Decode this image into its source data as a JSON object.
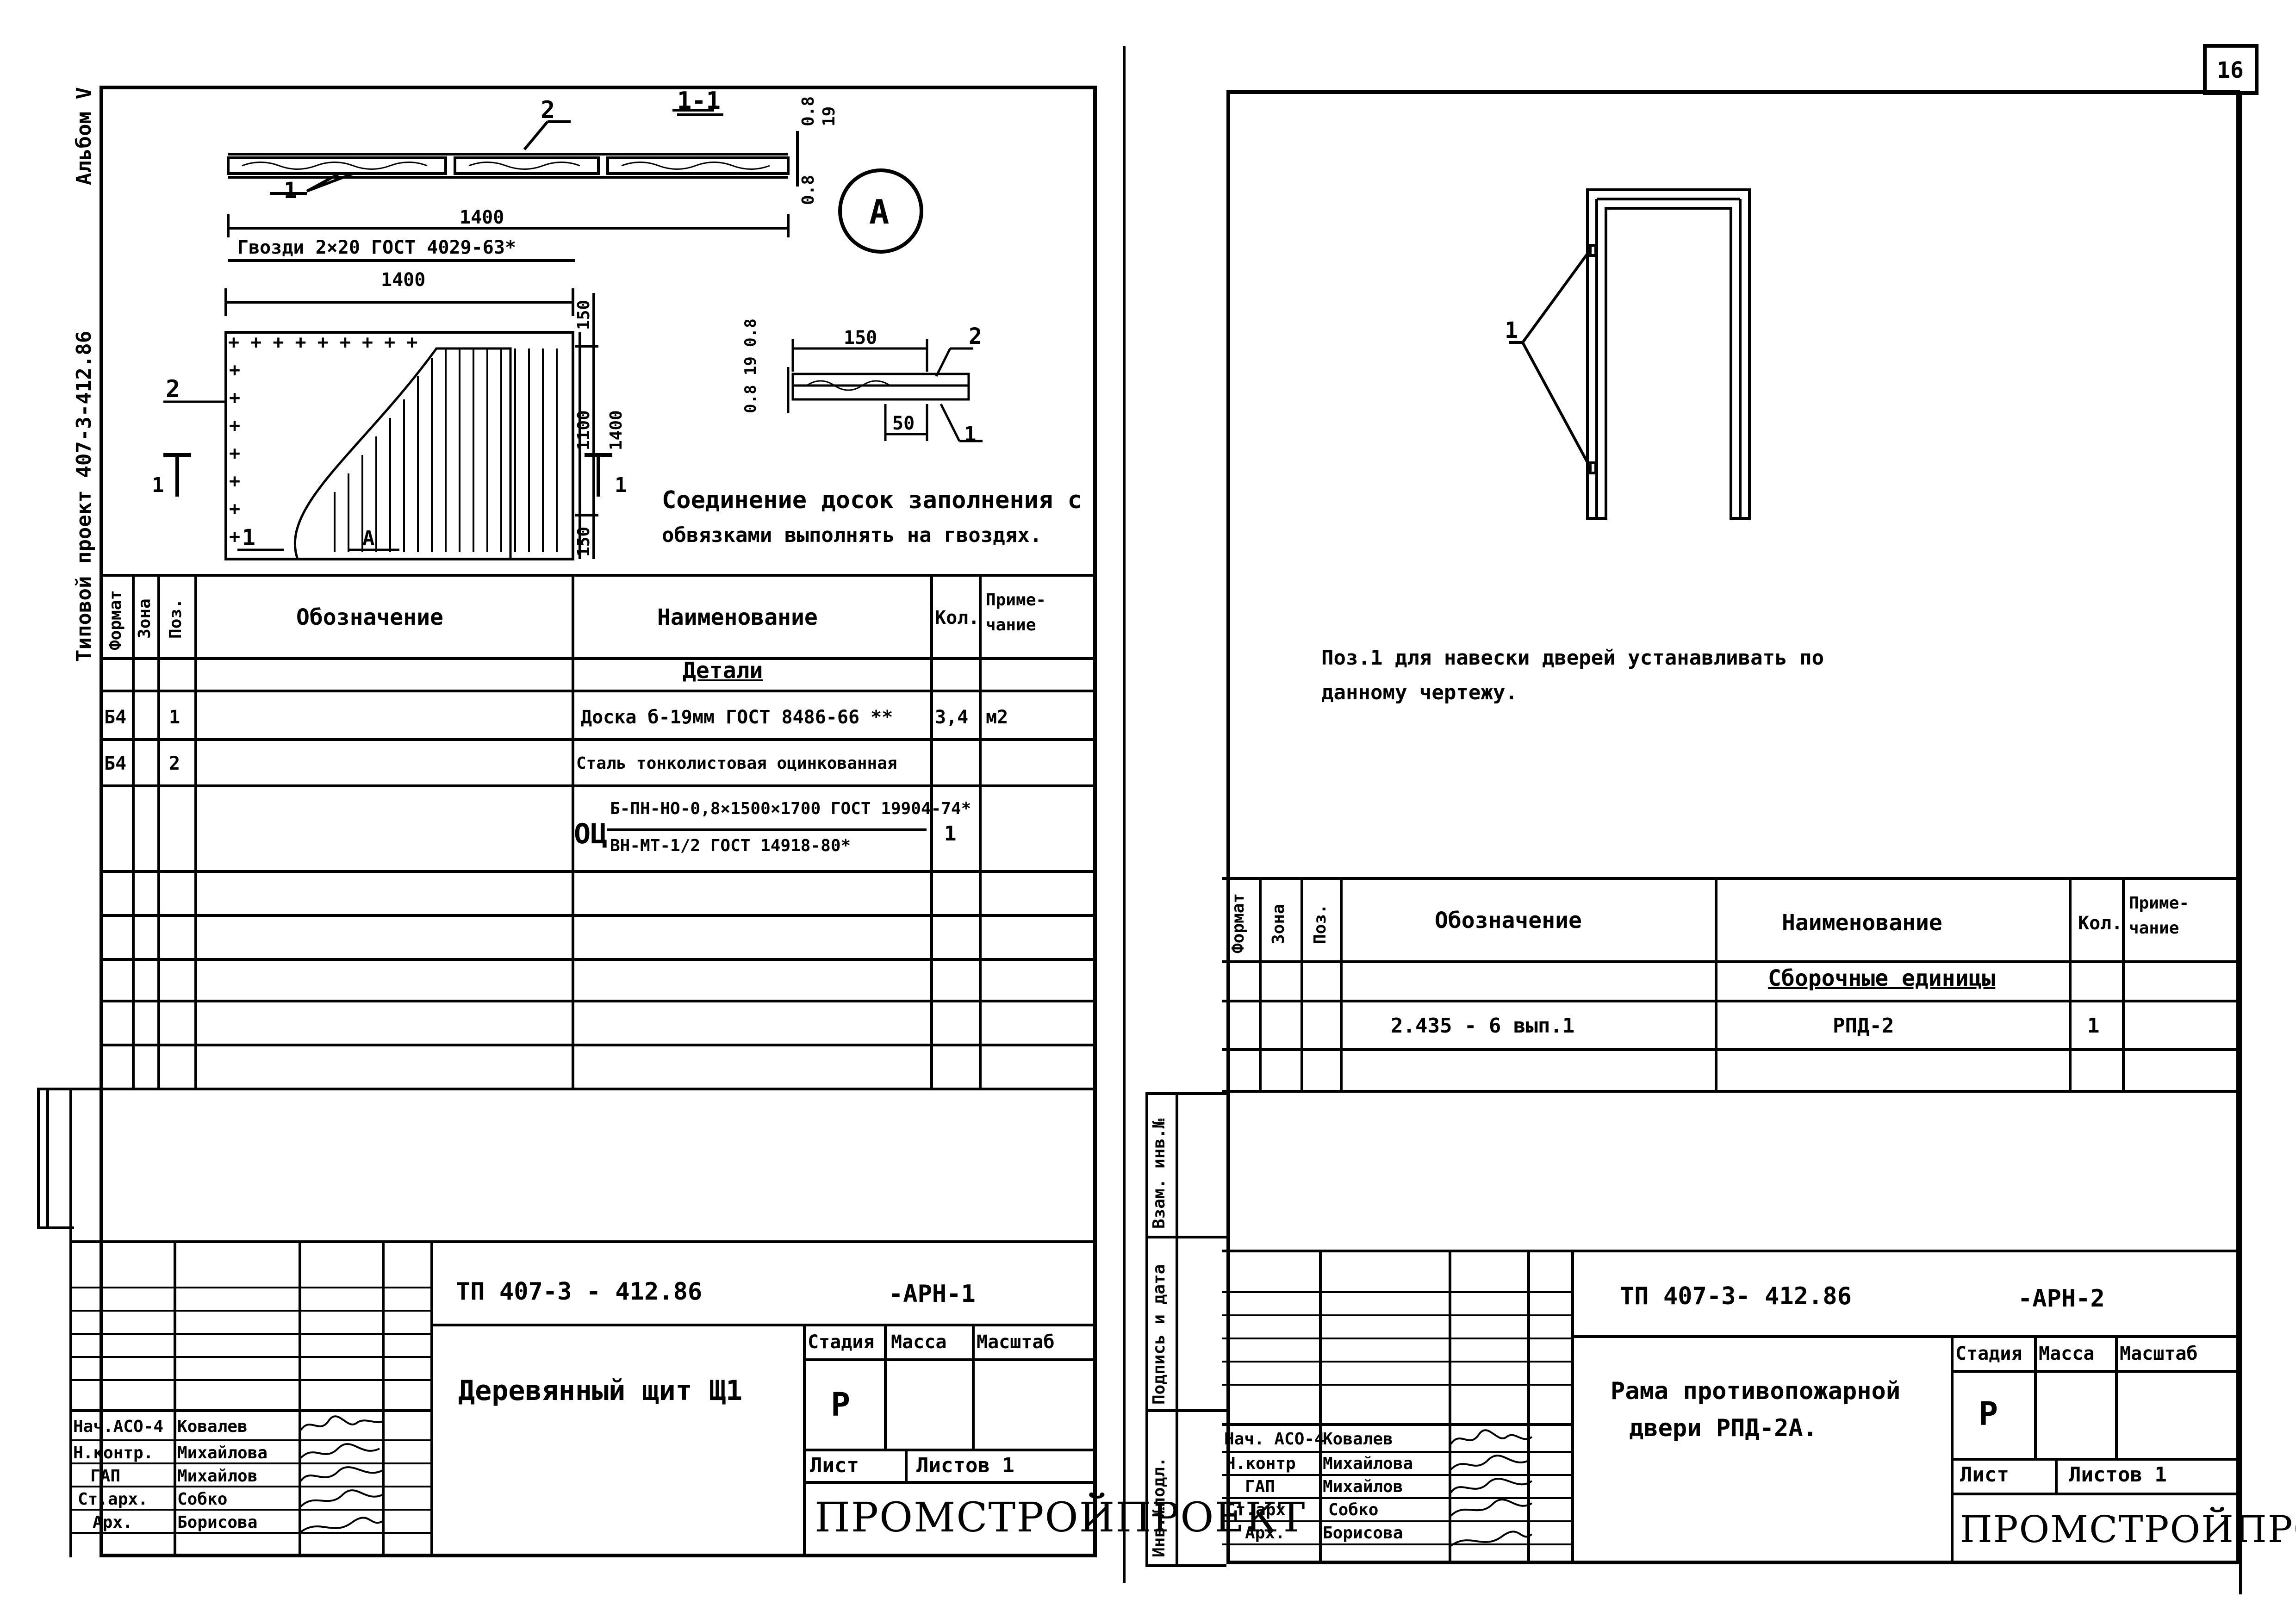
{
  "page_number": "16",
  "left_margin_label": "Типовой проект 407-3-412.86",
  "album_label": "Альбом V",
  "left_sheet": {
    "drawing": {
      "section_label": "1-1",
      "label_2": "2",
      "label_1": "1",
      "dim_1400": "1400",
      "dim_0_8": "0.8",
      "dim_19": "19",
      "nails_note": "Гвозди 2×20  ГОСТ 4029-63*",
      "circle_label": "A",
      "plan_dim_1400": "1400",
      "plan_dim_150_top": "150",
      "plan_dim_1100": "1100",
      "plan_dim_1400_v": "1400",
      "plan_dim_150_bot": "150",
      "cut_mark_1": "1",
      "detail_dim_150": "150",
      "detail_dim_50": "50",
      "detail_dims_left": "0.8 19 0.8",
      "plan_label_A": "A",
      "note_line1": "Соединение досок заполнения с",
      "note_line2": "обвязками выполнять на гвоздях."
    },
    "spec": {
      "headers": {
        "format": "Формат",
        "zone": "Зона",
        "pos": "Поз.",
        "designation": "Обозначение",
        "name": "Наименование",
        "qty": "Кол.",
        "note": "Приме-чание"
      },
      "section_title": "Детали",
      "rows": [
        {
          "format": "Б4",
          "pos": "1",
          "name": "Доска б-19мм ГОСТ 8486-66 **",
          "qty": "3,4",
          "note": "м2"
        },
        {
          "format": "Б4",
          "pos": "2",
          "name": "Сталь тонколистовая оцинкованная",
          "qty": "",
          "note": ""
        }
      ],
      "formula_prefix": "ОЦ",
      "formula_top": "Б-ПН-НО-0,8×1500×1700 ГОСТ 19904-74*",
      "formula_bottom": "ВН-МТ-1/2 ГОСТ 14918-80*",
      "formula_qty": "1"
    },
    "title_block": {
      "code": "ТП 407-3 - 412.86",
      "sheet_code": "-АРН-1",
      "title": "Деревянный щит Щ1",
      "stage_label": "Стадия",
      "mass_label": "Масса",
      "scale_label": "Масштаб",
      "stage": "Р",
      "sheet_label": "Лист",
      "sheets_label": "Листов 1",
      "firm": "ПРОМСТРОЙПРОЕКТ",
      "people": [
        {
          "role": "Нач.АСО-4",
          "name": "Ковалев"
        },
        {
          "role": "Н.контр.",
          "name": "Михайлова"
        },
        {
          "role": "ГАП",
          "name": "Михайлов"
        },
        {
          "role": "Ст.арх.",
          "name": "Собко"
        },
        {
          "role": "Арх.",
          "name": "Борисова"
        }
      ]
    }
  },
  "right_sheet": {
    "drawing": {
      "callout": "1"
    },
    "note_line1": "Поз.1 для навески дверей устанавливать по",
    "note_line2": "данному чертежу.",
    "side_labels": {
      "inv": "Инв.№подл.",
      "sign": "Подпись и дата",
      "vzam": "Взам. инв.№"
    },
    "spec": {
      "headers": {
        "format": "Формат",
        "zone": "Зона",
        "pos": "Поз.",
        "designation": "Обозначение",
        "name": "Наименование",
        "qty": "Кол.",
        "note": "Приме-чание"
      },
      "section_title": "Сборочные единицы",
      "row": {
        "designation": "2.435 - 6  вып.1",
        "name": "РПД-2",
        "qty": "1"
      }
    },
    "title_block": {
      "code": "ТП 407-3- 412.86",
      "sheet_code": "-АРН-2",
      "title_line1": "Рама противопожарной",
      "title_line2": "двери РПД-2А.",
      "stage_label": "Стадия",
      "mass_label": "Масса",
      "scale_label": "Масштаб",
      "stage": "Р",
      "sheet_label": "Лист",
      "sheets_label": "Листов 1",
      "firm": "ПРОМСТРОЙПРОЕКТ",
      "people": [
        {
          "role": "Нач. АСО-4",
          "name": "Ковалев"
        },
        {
          "role": "Н.контр",
          "name": "Михайлова"
        },
        {
          "role": "ГАП",
          "name": "Михайлов"
        },
        {
          "role": "Ст.арх.",
          "name": "Собко"
        },
        {
          "role": "Арх.",
          "name": "Борисова"
        }
      ]
    }
  }
}
